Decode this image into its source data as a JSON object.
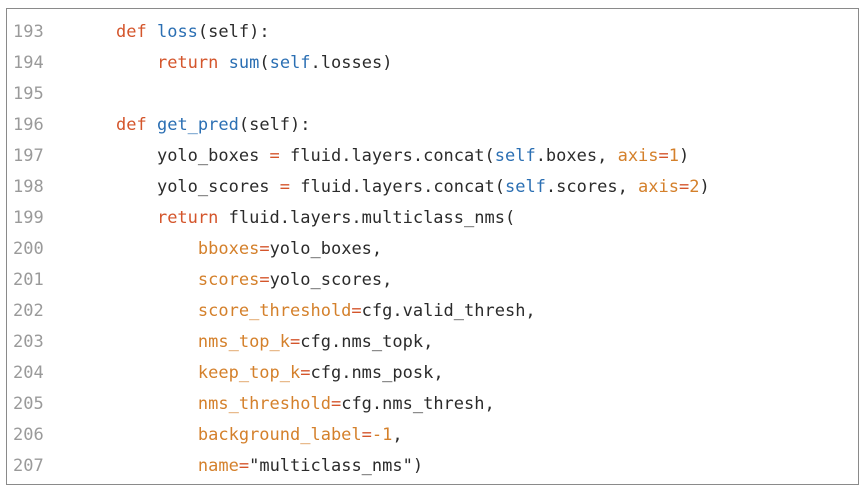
{
  "code": {
    "lines": [
      {
        "n": "193",
        "indent": "",
        "tokens": [
          {
            "t": "def",
            "c": "kw"
          },
          {
            "t": " ",
            "c": ""
          },
          {
            "t": "loss",
            "c": "fn"
          },
          {
            "t": "(self):",
            "c": ""
          }
        ]
      },
      {
        "n": "194",
        "indent": "    ",
        "tokens": [
          {
            "t": "return",
            "c": "kw"
          },
          {
            "t": " ",
            "c": ""
          },
          {
            "t": "sum",
            "c": "bi"
          },
          {
            "t": "(",
            "c": ""
          },
          {
            "t": "self",
            "c": "self"
          },
          {
            "t": ".losses)",
            "c": ""
          }
        ]
      },
      {
        "n": "195",
        "indent": "",
        "tokens": []
      },
      {
        "n": "196",
        "indent": "",
        "tokens": [
          {
            "t": "def",
            "c": "kw"
          },
          {
            "t": " ",
            "c": ""
          },
          {
            "t": "get_pred",
            "c": "fn"
          },
          {
            "t": "(self):",
            "c": ""
          }
        ]
      },
      {
        "n": "197",
        "indent": "    ",
        "tokens": [
          {
            "t": "yolo_boxes ",
            "c": ""
          },
          {
            "t": "=",
            "c": "op"
          },
          {
            "t": " fluid.layers.concat(",
            "c": ""
          },
          {
            "t": "self",
            "c": "self"
          },
          {
            "t": ".boxes, ",
            "c": ""
          },
          {
            "t": "axis",
            "c": "kwarg"
          },
          {
            "t": "=",
            "c": "op"
          },
          {
            "t": "1",
            "c": "num"
          },
          {
            "t": ")",
            "c": ""
          }
        ]
      },
      {
        "n": "198",
        "indent": "    ",
        "tokens": [
          {
            "t": "yolo_scores ",
            "c": ""
          },
          {
            "t": "=",
            "c": "op"
          },
          {
            "t": " fluid.layers.concat(",
            "c": ""
          },
          {
            "t": "self",
            "c": "self"
          },
          {
            "t": ".scores, ",
            "c": ""
          },
          {
            "t": "axis",
            "c": "kwarg"
          },
          {
            "t": "=",
            "c": "op"
          },
          {
            "t": "2",
            "c": "num"
          },
          {
            "t": ")",
            "c": ""
          }
        ]
      },
      {
        "n": "199",
        "indent": "    ",
        "tokens": [
          {
            "t": "return",
            "c": "kw"
          },
          {
            "t": " fluid.layers.multiclass_nms(",
            "c": ""
          }
        ]
      },
      {
        "n": "200",
        "indent": "        ",
        "tokens": [
          {
            "t": "bboxes",
            "c": "kwarg"
          },
          {
            "t": "=",
            "c": "op"
          },
          {
            "t": "yolo_boxes,",
            "c": ""
          }
        ]
      },
      {
        "n": "201",
        "indent": "        ",
        "tokens": [
          {
            "t": "scores",
            "c": "kwarg"
          },
          {
            "t": "=",
            "c": "op"
          },
          {
            "t": "yolo_scores,",
            "c": ""
          }
        ]
      },
      {
        "n": "202",
        "indent": "        ",
        "tokens": [
          {
            "t": "score_threshold",
            "c": "kwarg"
          },
          {
            "t": "=",
            "c": "op"
          },
          {
            "t": "cfg.valid_thresh,",
            "c": ""
          }
        ]
      },
      {
        "n": "203",
        "indent": "        ",
        "tokens": [
          {
            "t": "nms_top_k",
            "c": "kwarg"
          },
          {
            "t": "=",
            "c": "op"
          },
          {
            "t": "cfg.nms_topk,",
            "c": ""
          }
        ]
      },
      {
        "n": "204",
        "indent": "        ",
        "tokens": [
          {
            "t": "keep_top_k",
            "c": "kwarg"
          },
          {
            "t": "=",
            "c": "op"
          },
          {
            "t": "cfg.nms_posk,",
            "c": ""
          }
        ]
      },
      {
        "n": "205",
        "indent": "        ",
        "tokens": [
          {
            "t": "nms_threshold",
            "c": "kwarg"
          },
          {
            "t": "=",
            "c": "op"
          },
          {
            "t": "cfg.nms_thresh,",
            "c": ""
          }
        ]
      },
      {
        "n": "206",
        "indent": "        ",
        "tokens": [
          {
            "t": "background_label",
            "c": "kwarg"
          },
          {
            "t": "=",
            "c": "op"
          },
          {
            "t": "-1",
            "c": "num"
          },
          {
            "t": ",",
            "c": ""
          }
        ]
      },
      {
        "n": "207",
        "indent": "        ",
        "tokens": [
          {
            "t": "name",
            "c": "kwarg"
          },
          {
            "t": "=",
            "c": "op"
          },
          {
            "t": "\"multiclass_nms\")",
            "c": "str"
          }
        ]
      }
    ]
  }
}
